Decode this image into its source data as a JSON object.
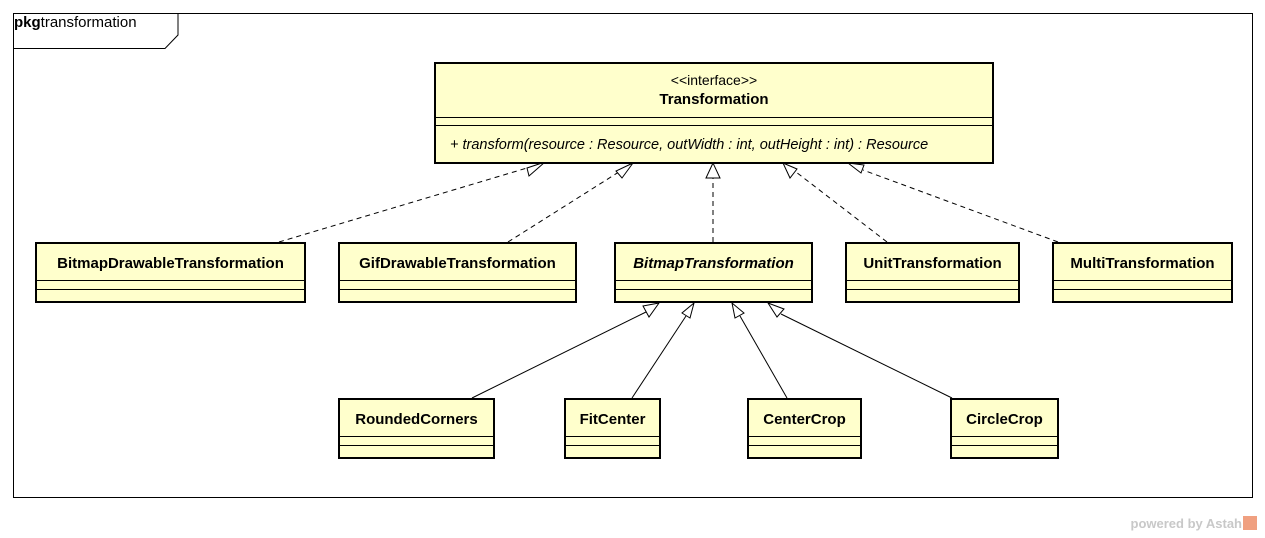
{
  "package": {
    "keyword": "pkg",
    "name": "transformation"
  },
  "interface": {
    "stereotype": "<<interface>>",
    "name": "Transformation",
    "operation": "+ transform(resource : Resource, outWidth : int, outHeight : int) : Resource"
  },
  "classes": {
    "bitmap_drawable": "BitmapDrawableTransformation",
    "gif_drawable": "GifDrawableTransformation",
    "bitmap": "BitmapTransformation",
    "unit": "UnitTransformation",
    "multi": "MultiTransformation",
    "rounded_corners": "RoundedCorners",
    "fit_center": "FitCenter",
    "center_crop": "CenterCrop",
    "circle_crop": "CircleCrop"
  },
  "watermark": {
    "text": "powered by Astah",
    "logo_icon": "astah-logo-icon",
    "color": "#c8c8c8"
  },
  "colors": {
    "class_fill": "#ffffcc",
    "border": "#000000"
  }
}
